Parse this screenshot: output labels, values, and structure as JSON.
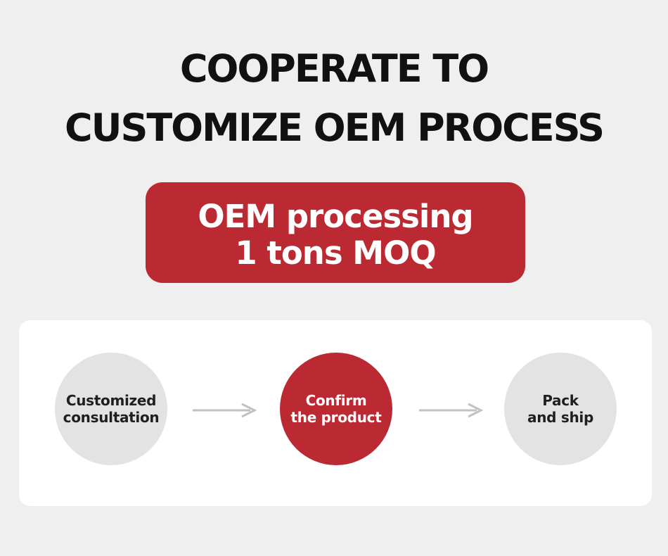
{
  "title": {
    "line1": "COOPERATE TO",
    "line2": "CUSTOMIZE OEM PROCESS"
  },
  "banner": {
    "line1": "OEM processing",
    "line2": "1 tons MOQ"
  },
  "steps": [
    {
      "line1": "Customized",
      "line2": "consultation",
      "highlighted": false
    },
    {
      "line1": "Confirm",
      "line2": "the product",
      "highlighted": true
    },
    {
      "line1": "Pack",
      "line2": "and ship",
      "highlighted": false
    }
  ],
  "colors": {
    "background": "#efefef",
    "accent_red": "#bb2a33",
    "step_grey": "#e3e3e3",
    "panel": "#ffffff",
    "arrow": "#c2c2c2",
    "title_text": "#111111"
  },
  "icons": {
    "arrow": "arrow-right-icon"
  }
}
